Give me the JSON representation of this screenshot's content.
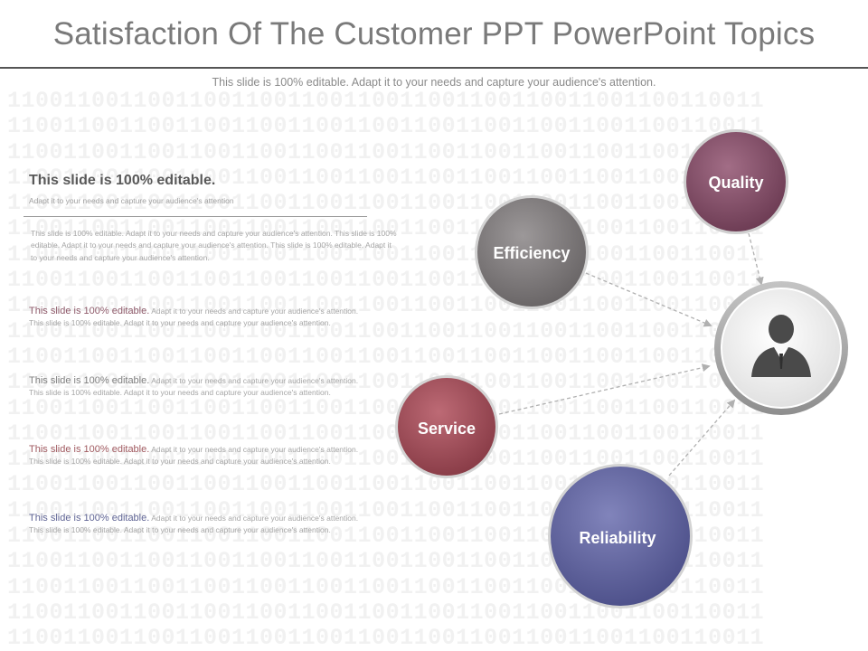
{
  "header": {
    "title": "Satisfaction Of The Customer PPT PowerPoint Topics",
    "subtitle": "This slide is 100% editable. Adapt it to your needs and capture your audience's attention."
  },
  "background_pattern": "110011001100110011001100110011001100110011001100110011",
  "left_panel": {
    "heading": "This slide is 100% editable.",
    "subheading": "Adapt it to your needs and capture your audience's attention",
    "paragraph": "This slide is 100% editable. Adapt it to your needs and capture your audience's attention. This slide is 100% editable. Adapt it to your needs and capture your audience's attention. This slide is 100% editable. Adapt it to your needs and capture your audience's attention.",
    "items": [
      {
        "lead": "This slide is 100% editable.",
        "body": " Adapt it to your needs and capture your audience's attention. This slide is 100% editable. Adapt it to your needs and capture your audience's attention.",
        "color": "#8e5a6a"
      },
      {
        "lead": "This slide is 100% editable.",
        "body": " Adapt it to your needs and capture your audience's attention. This slide is 100% editable. Adapt it to your needs and capture your audience's attention.",
        "color": "#7f7f7f"
      },
      {
        "lead": "This slide is 100% editable.",
        "body": " Adapt it to your needs and capture your audience's attention. This slide is 100% editable. Adapt it to your needs and capture your audience's attention.",
        "color": "#a05a60"
      },
      {
        "lead": "This slide is 100% editable.",
        "body": " Adapt it to your needs and capture your audience's attention. This slide is 100% editable. Adapt it to your needs and capture your audience's attention.",
        "color": "#5f6494"
      }
    ]
  },
  "diagram": {
    "center_icon": "customer-person-icon",
    "nodes": [
      {
        "id": "quality",
        "label": "Quality",
        "color": "#84506a"
      },
      {
        "id": "efficiency",
        "label": "Efficiency",
        "color": "#7e7a7b"
      },
      {
        "id": "service",
        "label": "Service",
        "color": "#a04e5a"
      },
      {
        "id": "reliability",
        "label": "Reliability",
        "color": "#6265a0"
      }
    ]
  }
}
